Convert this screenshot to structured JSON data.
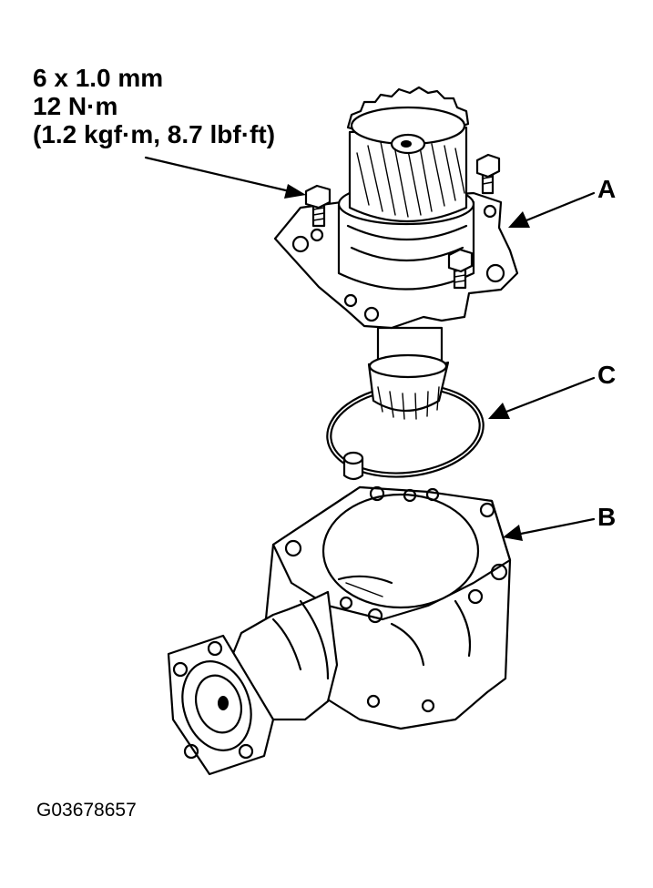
{
  "torque_spec": {
    "size": "6 x 1.0 mm",
    "torque_nm": "12 N·m",
    "torque_alt": "(1.2 kgf·m, 8.7 lbf·ft)"
  },
  "callouts": {
    "a": "A",
    "b": "B",
    "c": "C"
  },
  "figure_id": "G03678657"
}
